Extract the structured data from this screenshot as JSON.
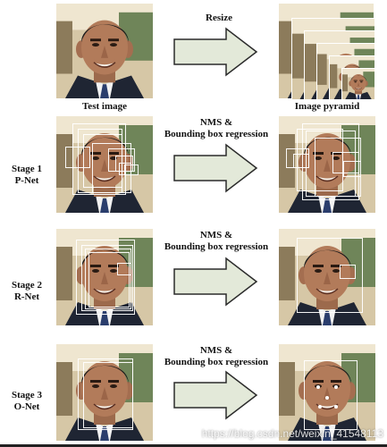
{
  "labels": {
    "resize": "Resize",
    "test_image": "Test image",
    "image_pyramid": "Image pyramid",
    "stage1_title": "Stage 1",
    "stage1_net": "P-Net",
    "stage2_title": "Stage 2",
    "stage2_net": "R-Net",
    "stage3_title": "Stage 3",
    "stage3_net": "O-Net",
    "nms_bbr_1_line1": "NMS &",
    "nms_bbr_1_line2": "Bounding box regression",
    "nms_bbr_2_line1": "NMS &",
    "nms_bbr_2_line2": "Bounding box regression",
    "nms_bbr_3_line1": "NMS &",
    "nms_bbr_3_line2": "Bounding box regression"
  },
  "watermark": "https://blog.csdn.net/weixin_41548113",
  "colors": {
    "arrow_fill": "#e3e9d9",
    "arrow_stroke": "#2b2b2b",
    "box_stroke": "#ffffff",
    "skin": "#b27b5a",
    "hair": "#1b1b1b",
    "suit": "#1f2533",
    "shirt": "#f2f2f2",
    "tie": "#2a3d6c"
  }
}
